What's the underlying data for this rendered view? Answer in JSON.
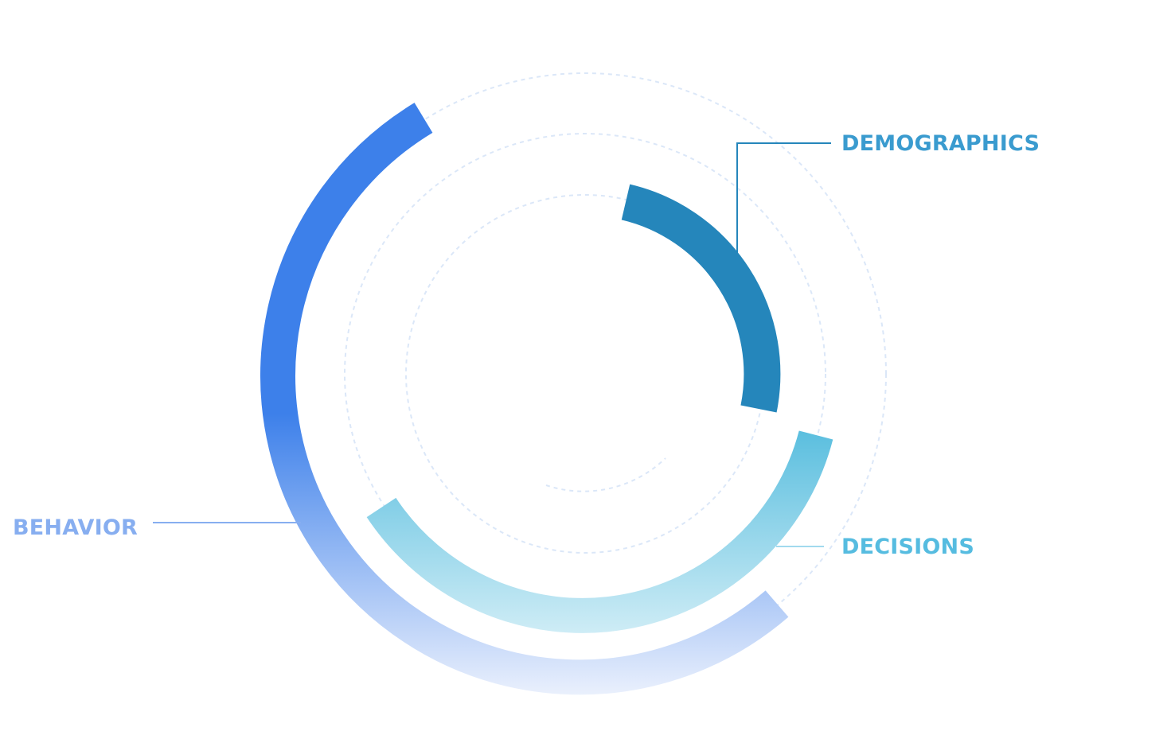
{
  "labels": {
    "demographics": "DEMOGRAPHICS",
    "decisions": "DECISIONS",
    "behavior": "BEHAVIOR"
  },
  "colors": {
    "background": "#ffffff",
    "guide_circle": "#dbe7f8",
    "demographics": "#2586bb",
    "demographics_label": "#3a9bcf",
    "decisions_start": "#5cbfdf",
    "decisions_end": "#d0edf6",
    "decisions_label": "#56bce0",
    "behavior_start": "#3d80ea",
    "behavior_end": "#edf2fd",
    "behavior_label": "#87aef0"
  }
}
